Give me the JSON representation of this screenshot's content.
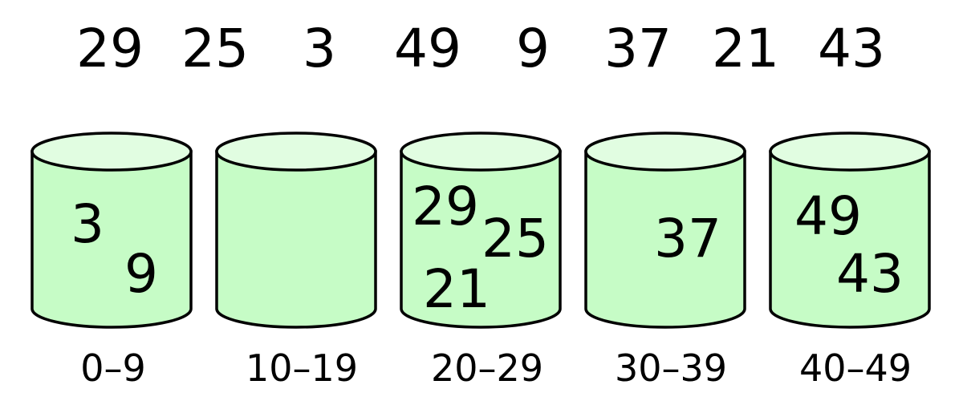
{
  "input_values": [
    "29",
    "25",
    "3",
    "49",
    "9",
    "37",
    "21",
    "43"
  ],
  "buckets": [
    {
      "range": "0–9",
      "contents": [
        "3",
        "9"
      ]
    },
    {
      "range": "10–19",
      "contents": []
    },
    {
      "range": "20–29",
      "contents": [
        "29",
        "25",
        "21"
      ]
    },
    {
      "range": "30–39",
      "contents": [
        "37"
      ]
    },
    {
      "range": "40–49",
      "contents": [
        "49",
        "43"
      ]
    }
  ],
  "colors": {
    "bucket_body": "#c6fcc6",
    "bucket_top": "#e1fde1",
    "stroke": "#000000"
  }
}
